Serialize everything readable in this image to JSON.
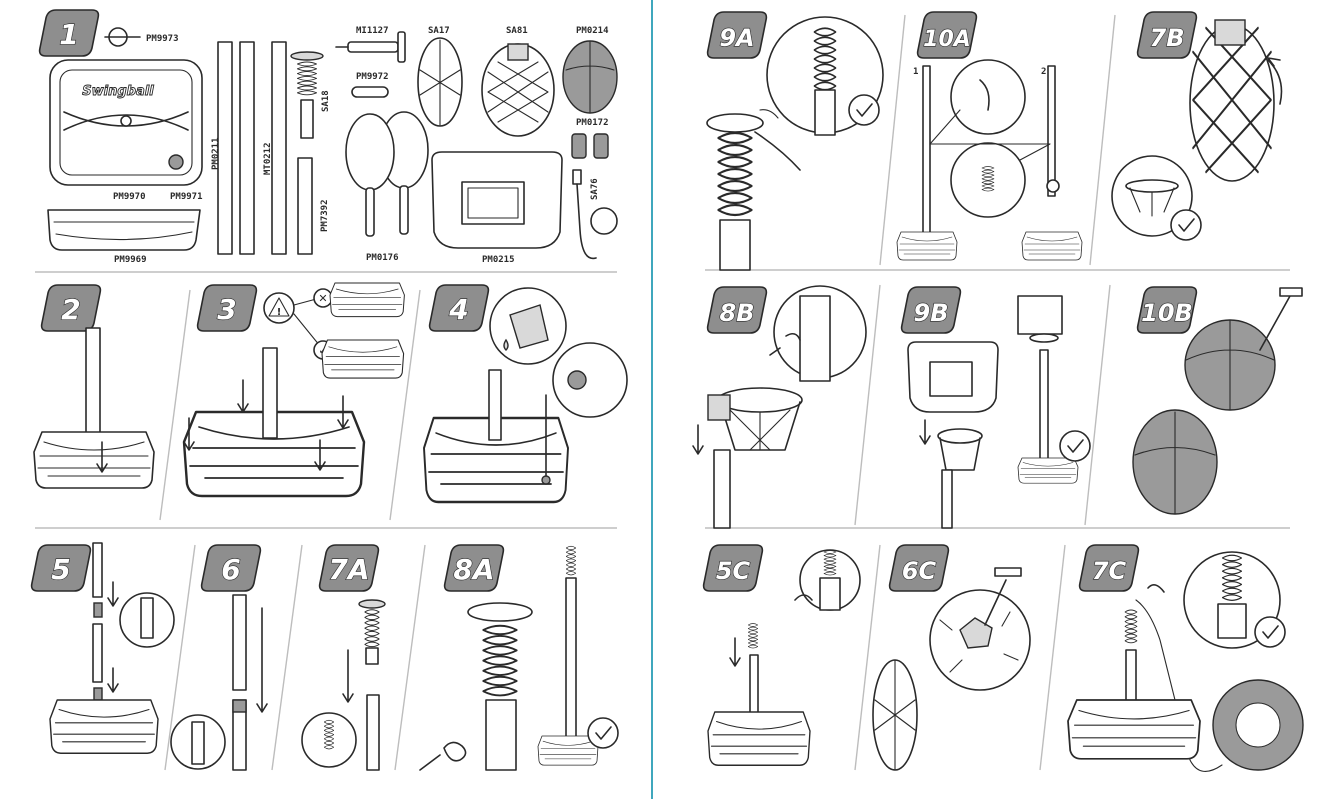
{
  "document": {
    "left_page": {
      "steps": [
        {
          "id": "1",
          "label": "1"
        },
        {
          "id": "2",
          "label": "2"
        },
        {
          "id": "3",
          "label": "3"
        },
        {
          "id": "4",
          "label": "4"
        },
        {
          "id": "5",
          "label": "5"
        },
        {
          "id": "6",
          "label": "6"
        },
        {
          "id": "7A",
          "label": "7A"
        },
        {
          "id": "8A",
          "label": "8A"
        }
      ],
      "parts": {
        "PM9973": "PM9973",
        "PM9970": "PM9970",
        "PM9971": "PM9971",
        "PM9969": "PM9969",
        "PM0211": "PM0211",
        "MT0212": "MT0212",
        "SA18": "SA18",
        "PM7392": "PM7392",
        "MI1127": "MI1127",
        "PM9972": "PM9972",
        "PM0176": "PM0176",
        "SA17": "SA17",
        "SA81": "SA81",
        "PM0214": "PM0214",
        "PM0172": "PM0172",
        "PM0215": "PM0215",
        "SA76": "SA76"
      },
      "brand_text": "Swingball",
      "warning_symbol": "!",
      "cross_symbol": "✕",
      "check_symbol": "✓"
    },
    "right_page": {
      "steps": [
        {
          "id": "9A",
          "label": "9A"
        },
        {
          "id": "10A",
          "label": "10A"
        },
        {
          "id": "7B",
          "label": "7B"
        },
        {
          "id": "8B",
          "label": "8B"
        },
        {
          "id": "9B",
          "label": "9B"
        },
        {
          "id": "10B",
          "label": "10B"
        },
        {
          "id": "5C",
          "label": "5C"
        },
        {
          "id": "6C",
          "label": "6C"
        },
        {
          "id": "7C",
          "label": "7C"
        }
      ],
      "pole_numbers": {
        "first": "1",
        "second": "2"
      }
    },
    "colors": {
      "divider": "#3fa7bd",
      "separator": "#bdbdbd",
      "badge": "#8e8e8e",
      "line": "#2a2a2a"
    }
  }
}
